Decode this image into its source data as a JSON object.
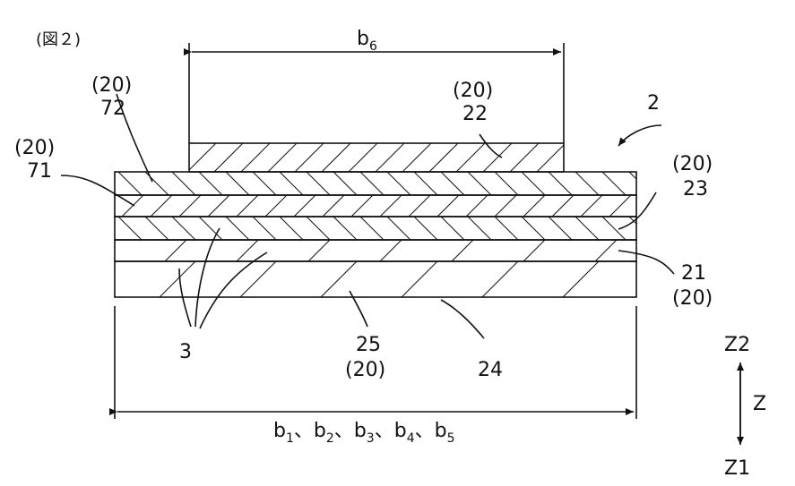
{
  "figure_title": "(図２)",
  "top_dimension": {
    "base": "b",
    "sub": "6"
  },
  "bottom_dimension": [
    {
      "base": "b",
      "sub": "1"
    },
    {
      "sep": "、"
    },
    {
      "base": "b",
      "sub": "2"
    },
    {
      "sep": "、"
    },
    {
      "base": "b",
      "sub": "3"
    },
    {
      "sep": "、"
    },
    {
      "base": "b",
      "sub": "4"
    },
    {
      "sep": "、"
    },
    {
      "base": "b",
      "sub": "5"
    }
  ],
  "labels": {
    "group_20_top_left": "(20)",
    "layer_72": "72",
    "group_20_left": "(20)",
    "layer_71": "71",
    "group_20_top_center": "(20)",
    "layer_22": "22",
    "assembly_2": "2",
    "group_20_right_top": "(20)",
    "layer_23": "23",
    "layer_21": "21",
    "group_20_right_bottom": "(20)",
    "particle_3": "3",
    "layer_25": "25",
    "group_20_bottom": "(20)",
    "layer_24": "24"
  },
  "axis": {
    "up": "Z2",
    "name": "Z",
    "down": "Z1"
  }
}
